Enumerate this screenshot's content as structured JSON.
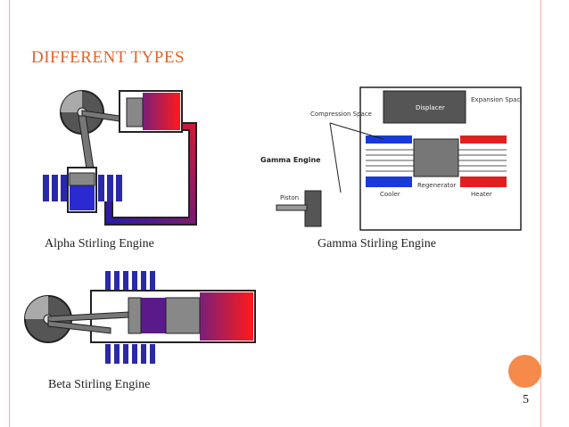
{
  "slide": {
    "title": "DIFFERENT TYPES",
    "page_number": "5",
    "accent_color": "#e0642a"
  },
  "figures": {
    "alpha": {
      "caption": "Alpha Stirling Engine"
    },
    "gamma": {
      "caption": "Gamma Stirling Engine",
      "labels": {
        "engine": "Gamma Engine",
        "compression": "Compression Space",
        "expansion": "Expansion Space",
        "displacer": "Displacer",
        "piston": "Piston",
        "cooler": "Cooler",
        "regenerator": "Regenerator",
        "heater": "Heater"
      }
    },
    "beta": {
      "caption": "Beta Stirling Engine"
    }
  }
}
